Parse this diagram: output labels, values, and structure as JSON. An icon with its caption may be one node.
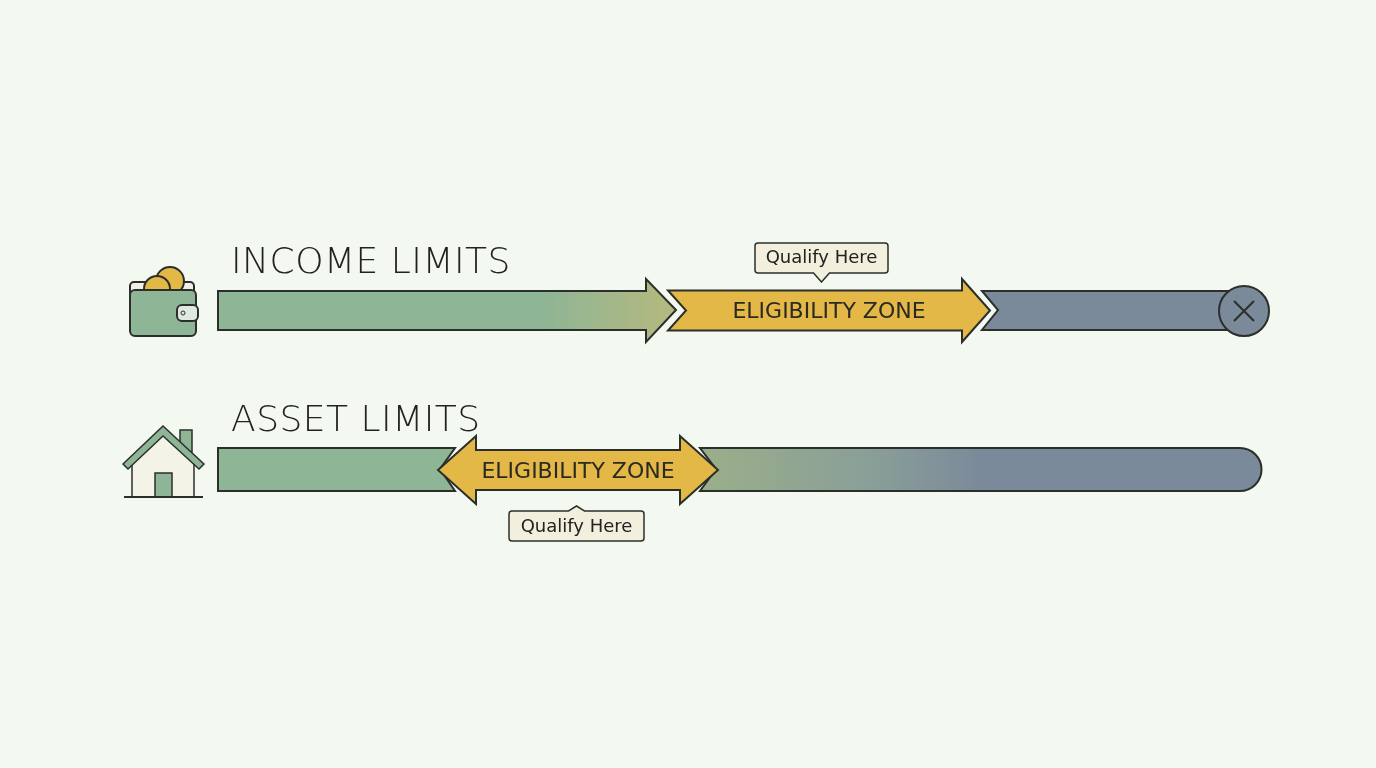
{
  "diagram": {
    "nodes": [
      {
        "text": [],
        "shape": "bar"
      },
      {
        "text": [
          "ELIGIBILITY ZONE"
        ],
        "beside": [
          "Qualify Here"
        ]
      },
      {
        "text": [],
        "shape": "bar"
      },
      {
        "text": [],
        "shape": "bar"
      },
      {
        "text": [
          "ELIGIBILITY ZONE"
        ],
        "beside": [
          "Qualify Here"
        ]
      },
      {
        "text": [],
        "shape": "bar"
      }
    ],
    "labels": [
      "INCOME LIMITS",
      "ASSET LIMITS"
    ]
  }
}
